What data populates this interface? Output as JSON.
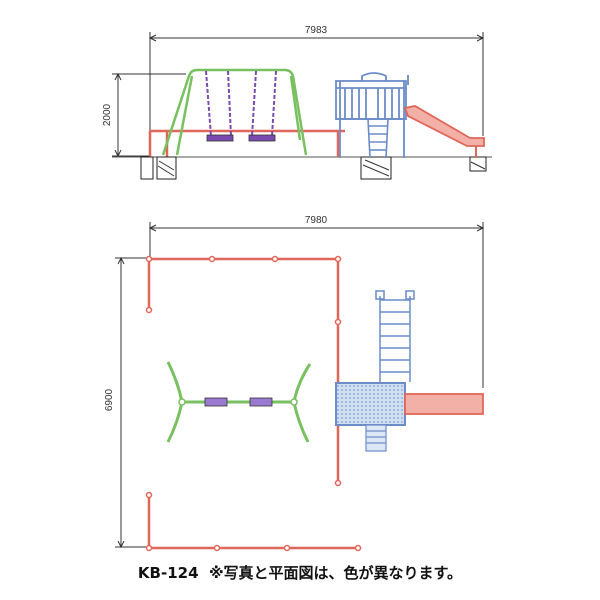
{
  "elevation": {
    "width_dim": "7983",
    "height_dim": "2000"
  },
  "plan": {
    "width_dim": "7980",
    "depth_dim": "6900"
  },
  "caption": {
    "model": "KB-124",
    "note": "※写真と平面図は、色が異なります。"
  },
  "colors": {
    "frame_red": "#e0665a",
    "swing_green": "#78c060",
    "seat_purple": "#7a4ab0",
    "tower_blue": "#6c8cc8",
    "deck_blue": "#b9cde8",
    "slide_red": "#e8786a",
    "dim_line": "#333333"
  }
}
